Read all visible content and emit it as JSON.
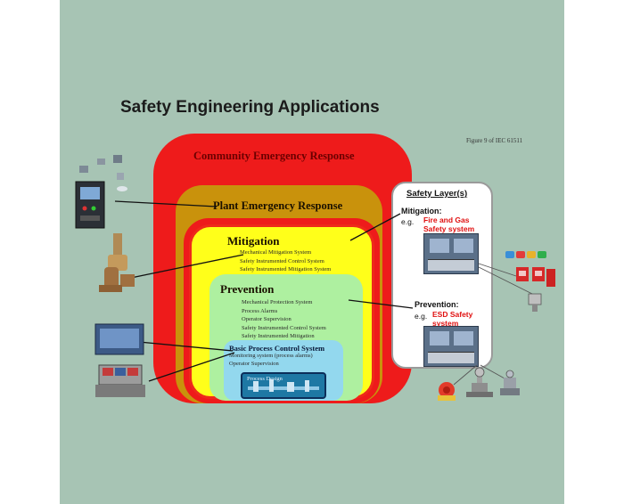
{
  "slide": {
    "title": "Safety Engineering Applications",
    "figure_ref": "Figure 9 of IEC 61511"
  },
  "layers": {
    "community": "Community Emergency Response",
    "plant": "Plant Emergency Response",
    "mitigation": {
      "title": "Mitigation",
      "items": [
        "Mechanical Mitigation System",
        "Safety Instrumented Control System",
        "Safety Instrumented Mitigation System"
      ]
    },
    "prevention": {
      "title": "Prevention",
      "items": [
        "Mechanical Protection System",
        "Process Alarms",
        "Operator Supervision",
        "Safety Instrumented Control System",
        "Safety Instrumented Mitigation"
      ]
    },
    "bpcs": {
      "title": "Basic Process Control System",
      "items": [
        "Monitoring system (process alarms)",
        "Operator Supervision"
      ]
    },
    "design": "Process Design"
  },
  "safety_layers_panel": {
    "title": "Safety Layer(s)",
    "mitigation_label": "Mitigation:",
    "eg1": "e.g.",
    "mitigation_example_line1": "Fire and Gas",
    "mitigation_example_line2": "Safety system",
    "prevention_label": "Prevention:",
    "eg2": "e.g.",
    "prevention_example_line1": "ESD Safety",
    "prevention_example_line2": "system"
  },
  "colors": {
    "background": "#a7c4b4",
    "community": "#ee1b1b",
    "plant": "#c9920c",
    "mitigation": "#ffff1a",
    "prevention": "#aef0a0",
    "bpcs": "#93d8ee",
    "design": "#1e78a4",
    "highlight": "#e01010"
  }
}
